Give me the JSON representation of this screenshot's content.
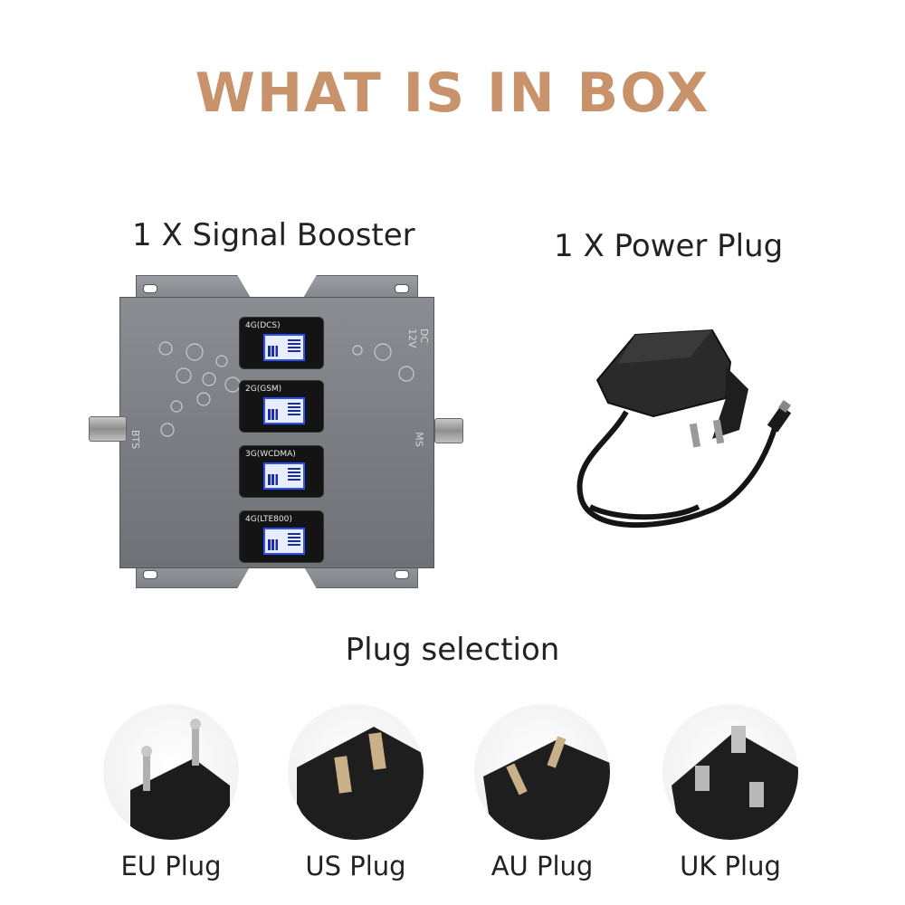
{
  "title": "WHAT IS IN BOX",
  "colors": {
    "title": "#c8926a",
    "text": "#222222",
    "lcd_border": "#2a50ff"
  },
  "items": {
    "booster_caption": "1 X Signal Booster",
    "power_plug_caption": "1 X Power Plug"
  },
  "booster": {
    "panels": [
      "4G(DCS)",
      "2G(GSM)",
      "3G(WCDMA)",
      "4G(LTE800)"
    ],
    "left_port": "BTS",
    "right_port": "MS",
    "power_label": "DC 12V"
  },
  "plug_selection": {
    "heading": "Plug selection",
    "options": [
      {
        "label": "EU Plug",
        "icon": "eu-plug-icon"
      },
      {
        "label": "US Plug",
        "icon": "us-plug-icon"
      },
      {
        "label": "AU Plug",
        "icon": "au-plug-icon"
      },
      {
        "label": "UK Plug",
        "icon": "uk-plug-icon"
      }
    ]
  }
}
